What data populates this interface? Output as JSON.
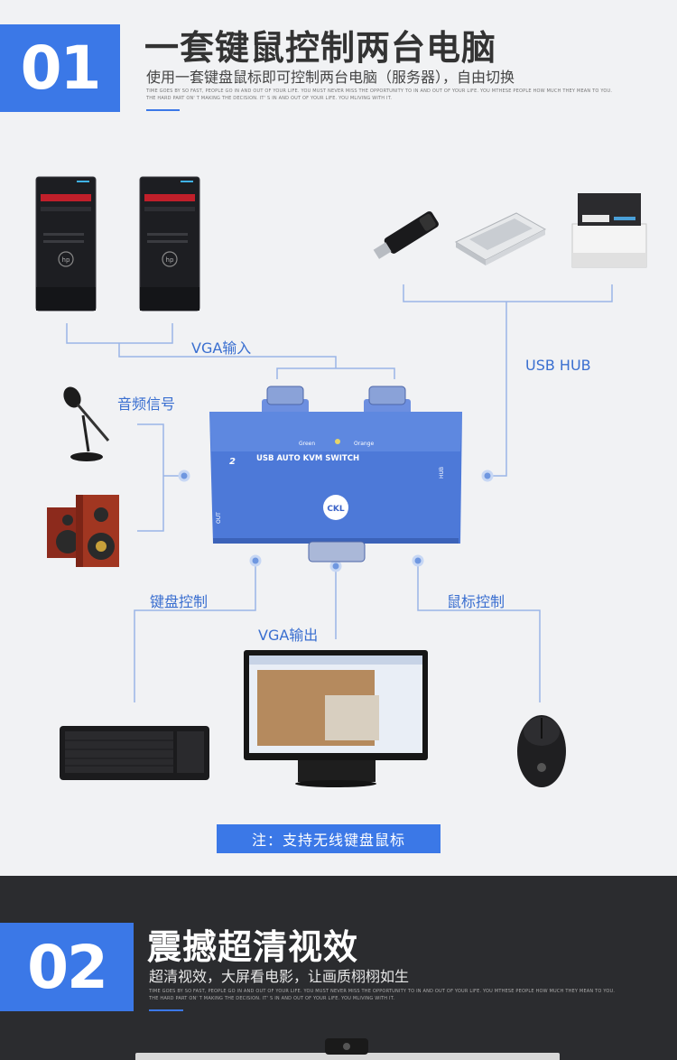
{
  "section1": {
    "number": "01",
    "title": "一套键鼠控制两台电脑",
    "subtitle": "使用一套键盘鼠标即可控制两台电脑（服务器），自由切换",
    "tiny_line1": "TIME GOES BY SO FAST, PEOPLE GO IN AND OUT OF YOUR LIFE. YOU MUST NEVER MISS THE OPPORTUNITY TO IN AND OUT OF YOUR LIFE. YOU MTHESE PEOPLE HOW MUCH THEY MEAN TO YOU.",
    "tiny_line2": "THE HARD PART ON'  T MAKING THE DECISION. IT'  S IN AND OUT OF YOUR LIFE. YOU MLIVING WITH IT.",
    "labels": {
      "vga_in": "VGA输入",
      "usb_hub": "USB HUB",
      "audio": "音频信号",
      "keyboard_ctrl": "键盘控制",
      "vga_out": "VGA输出",
      "mouse_ctrl": "鼠标控制"
    },
    "device": {
      "model_text": "USB AUTO KVM SWITCH",
      "led_green": "Green",
      "led_orange": "Orange",
      "brand": "CKL",
      "port_hub": "HUB",
      "port_out": "OUT",
      "port_num": "2"
    },
    "note": "注：支持无线键盘鼠标"
  },
  "section2": {
    "number": "02",
    "title": "震撼超清视效",
    "subtitle": "超清视效，大屏看电影，让画质栩栩如生",
    "tiny_line1": "TIME GOES BY SO FAST, PEOPLE GO IN AND OUT OF YOUR LIFE. YOU MUST NEVER MISS THE OPPORTUNITY TO IN AND OUT OF YOUR LIFE. YOU MTHESE PEOPLE HOW MUCH THEY MEAN TO YOU.",
    "tiny_line2": "THE HARD PART ON'  T MAKING THE DECISION. IT'  S IN AND OUT OF YOUR LIFE. YOU MLIVING WITH IT."
  },
  "colors": {
    "accent": "#3b78e7",
    "line": "#9bb5e6",
    "dark_bg": "#2b2c2f",
    "light_bg": "#f1f2f4"
  },
  "icons": [
    "pc-tower-icon",
    "usb-drive-icon",
    "scanner-icon",
    "printer-icon",
    "microphone-icon",
    "speaker-icon",
    "kvm-switch-icon",
    "keyboard-icon",
    "monitor-icon",
    "mouse-icon"
  ]
}
